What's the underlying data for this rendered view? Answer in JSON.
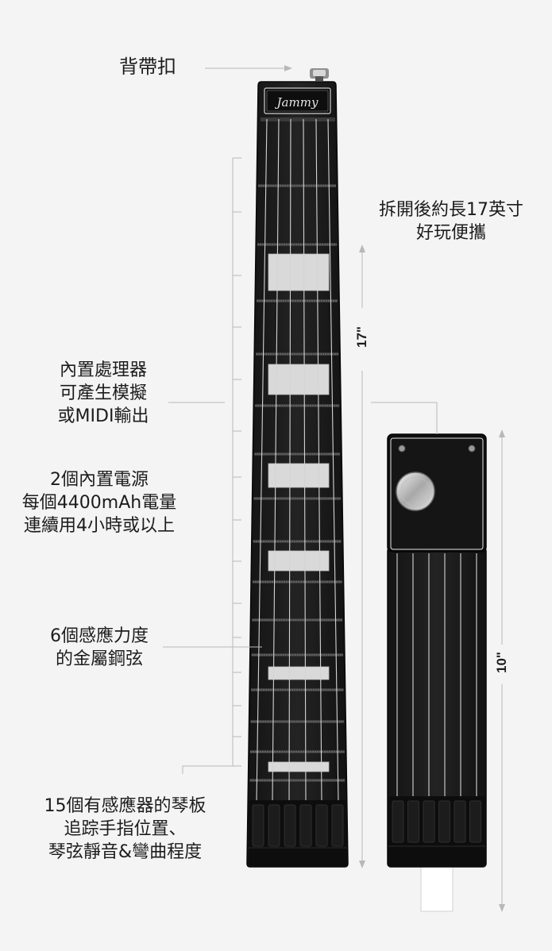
{
  "callouts": {
    "strap_button": "背帶扣",
    "length": [
      "拆開後約長17英寸",
      "好玩便攜"
    ],
    "processor": [
      "內置處理器",
      "可產生模擬",
      "或MIDI輸出"
    ],
    "battery": [
      "2個內置電源",
      "每個4400mAh電量",
      "連續用4小時或以上"
    ],
    "strings": [
      "6個感應力度",
      "的金屬鋼弦"
    ],
    "fretboard": [
      "15個有感應器的琴板",
      "追踪手指位置、",
      "琴弦靜音&彎曲程度"
    ]
  },
  "dimensions": {
    "full_length": "17\"",
    "body_length": "10\""
  },
  "brand": {
    "logo": "Jammy"
  },
  "colors": {
    "background": "#f4f4f4",
    "body": "#1a1a1b",
    "fret": "#8a8a8a",
    "inlay": "#d9d9d9",
    "leader": "#b8b8b8"
  }
}
